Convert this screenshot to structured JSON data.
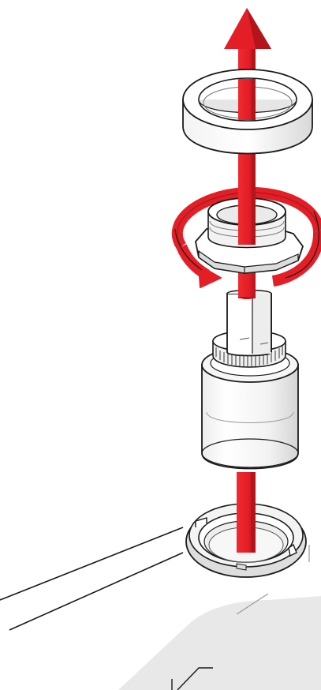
{
  "diagram": {
    "parts": [
      {
        "name": "cover-ring",
        "action": "pull-up"
      },
      {
        "name": "retaining-nut",
        "action": "unscrew"
      },
      {
        "name": "cartridge",
        "action": "pull-up"
      },
      {
        "name": "faucet-body-seat"
      }
    ],
    "colors": {
      "arrow": "#e41e26",
      "arrow_shadow": "#b3151b",
      "outline": "#1a1a1a",
      "part_fill": "#ffffff",
      "shade_light": "#eeeeee",
      "shade_mid": "#dcdcdc",
      "shade_dark": "#bdbdbd",
      "body_shade": "#e6e6e6"
    }
  }
}
